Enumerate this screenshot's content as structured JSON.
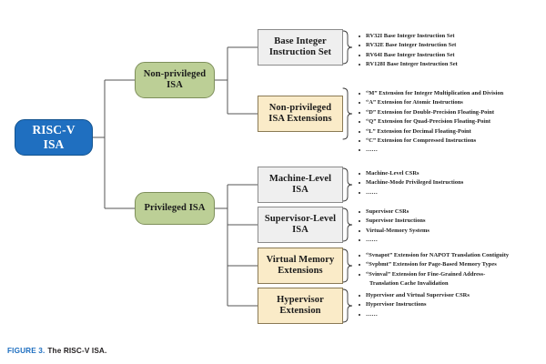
{
  "figure": {
    "number_label": "FIGURE 3.",
    "caption": "The RISC-V ISA.",
    "number_color": "#1F6FC0",
    "caption_color": "#231f20"
  },
  "colors": {
    "root_fill": "#1F6FC0",
    "root_text": "#ffffff",
    "green_fill": "#BCCF96",
    "gray_fill": "#EFEFEF",
    "tan_fill": "#FAEBC8",
    "line": "#555555",
    "text": "#1a1a1a"
  },
  "root": {
    "line1": "RISC-V",
    "line2": "ISA"
  },
  "branches": [
    {
      "id": "non-privileged-isa",
      "line1": "Non-privileged",
      "line2": "ISA",
      "style": "green"
    },
    {
      "id": "privileged-isa",
      "line1": "Privileged ISA",
      "line2": "",
      "style": "green"
    }
  ],
  "categories": [
    {
      "id": "base-integer-instruction-set",
      "line1": "Base Integer",
      "line2": "Instruction Set",
      "style": "gray",
      "items": [
        "RV32I Base Integer Instruction Set",
        "RV32E Base Integer Instruction Set",
        "RV64I Base Integer Instruction Set",
        "RV128I Base Integer Instruction Set"
      ]
    },
    {
      "id": "non-privileged-isa-extensions",
      "line1": "Non-privileged",
      "line2": "ISA Extensions",
      "style": "tan",
      "items": [
        "“M”  Extension for Integer Multiplication and Division",
        "“A”  Extension for Atomic Instructions",
        "“D”  Extension for Double-Precision Floating-Point",
        "“Q”  Extension for Quad-Precision Floating-Point",
        "“L”  Extension for Decimal Floating-Point",
        "“C”  Extension for Compressed Instructions",
        "……"
      ]
    },
    {
      "id": "machine-level-isa",
      "line1": "Machine-Level",
      "line2": "ISA",
      "style": "gray",
      "items": [
        "Machine-Level CSRs",
        "Machine-Mode Privileged Instructions",
        "……"
      ]
    },
    {
      "id": "supervisor-level-isa",
      "line1": "Supervisor-Level",
      "line2": "ISA",
      "style": "gray",
      "items": [
        "Supervisor CSRs",
        "Supervisor Instructions",
        "Virtual-Memory Systems",
        "……"
      ]
    },
    {
      "id": "virtual-memory-extensions",
      "line1": "Virtual Memory",
      "line2": "Extensions",
      "style": "tan",
      "items": [
        "“Svnapot”  Extension for NAPOT Translation Contiguity",
        "“Svpbmt”  Extension for Page-Based Memory Types",
        "“Svinval”  Extension for Fine-Grained Address-",
        "Translation Cache Invalidation"
      ]
    },
    {
      "id": "hypervisor-extension",
      "line1": "Hypervisor",
      "line2": "Extension",
      "style": "tan",
      "items": [
        "Hypervisor and Virtual Supervisor CSRs",
        "Hypervisor Instructions",
        "……"
      ]
    }
  ]
}
